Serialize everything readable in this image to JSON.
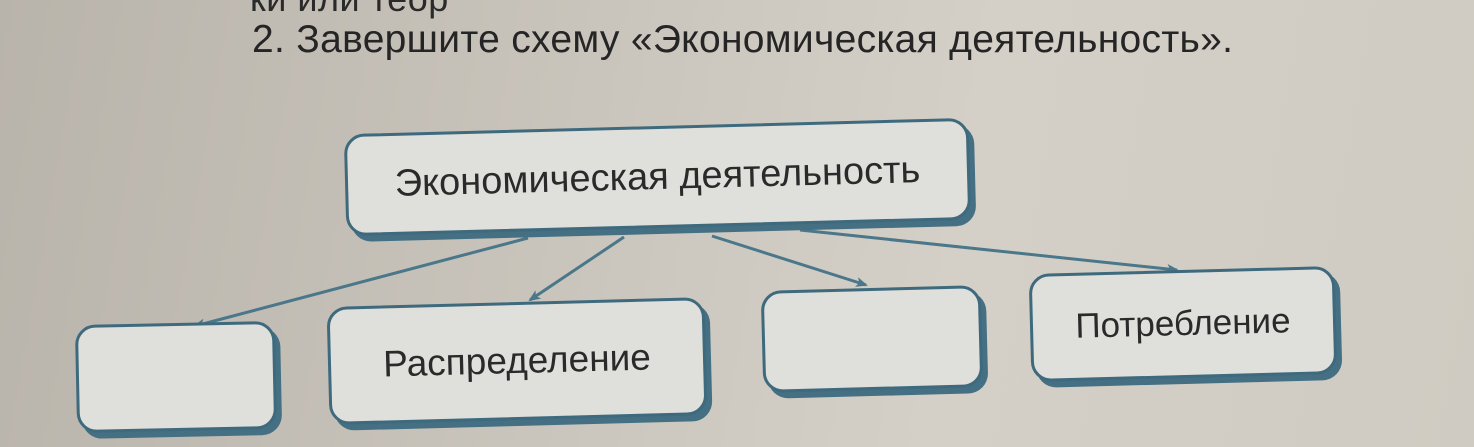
{
  "page": {
    "top_fragment": "ки или теор",
    "task": "2. Завершите схему «Экономическая деятельность»."
  },
  "diagram": {
    "root": "Экономическая деятельность",
    "children": [
      "",
      "Распределение",
      "",
      "Потребление"
    ]
  },
  "colors": {
    "box_border": "#3f6a7e",
    "box_shadow": "#456f82",
    "arrow": "#4a7789",
    "text": "#2a2a2a"
  }
}
